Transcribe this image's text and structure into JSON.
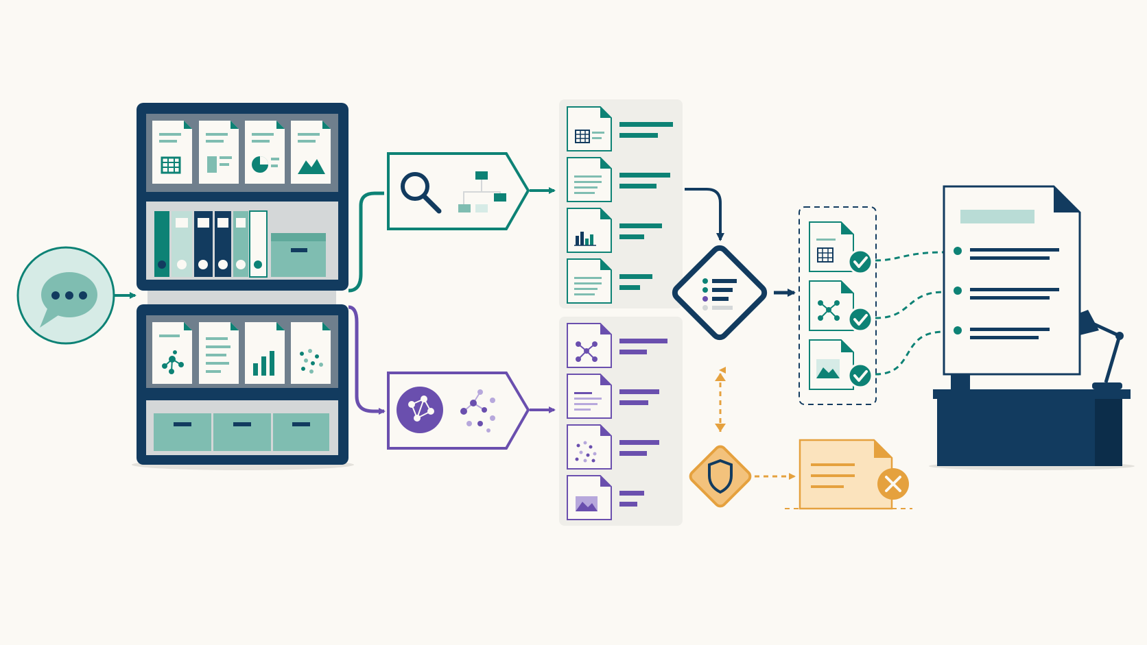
{
  "colors": {
    "background": "#fbf9f4",
    "navy": "#123b5f",
    "teal": "#0d8275",
    "teal_light": "#7fbdb1",
    "teal_pale": "#d6ebe6",
    "purple": "#6a4fae",
    "purple_light": "#b7a8dc",
    "orange": "#e5a13e",
    "orange_pale": "#fbe3bd",
    "panel_gray": "#efeee9",
    "shelf_gray": "#d4d7d8"
  },
  "nodes": [
    {
      "id": "user-query",
      "icon": "chat-bubble-icon"
    },
    {
      "id": "knowledge-store",
      "icon": "filing-cabinet-icon"
    },
    {
      "id": "keyword-search",
      "icon": "magnifier-icon"
    },
    {
      "id": "vector-search",
      "icon": "graph-network-icon"
    },
    {
      "id": "lexical-results",
      "icon": "document-list-icon"
    },
    {
      "id": "semantic-results",
      "icon": "document-list-icon"
    },
    {
      "id": "reranker",
      "icon": "ranked-list-icon"
    },
    {
      "id": "guardrail",
      "icon": "shield-icon"
    },
    {
      "id": "rejected-doc",
      "icon": "x-circle-icon"
    },
    {
      "id": "selected-context",
      "icon": "check-circle-icon"
    },
    {
      "id": "final-answer",
      "icon": "document-icon"
    },
    {
      "id": "desk",
      "icon": "desk-lamp-icon"
    }
  ]
}
